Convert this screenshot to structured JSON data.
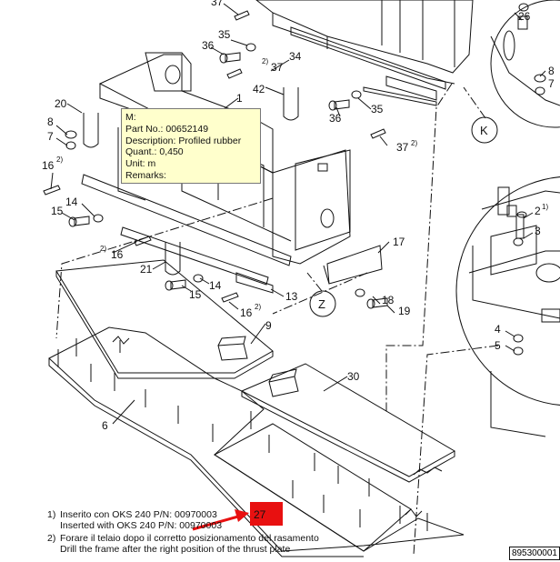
{
  "tooltip": {
    "title": "M:",
    "part_no": "Part No.: 00652149",
    "description": "Description: Profiled rubber",
    "quantity": "Quant.: 0,450",
    "unit": "Unit: m",
    "remarks": "Remarks:"
  },
  "hotspot_label": "27",
  "drawing_id": "895300001",
  "notes": {
    "n1_marker": "1)",
    "n1_it": "Inserito con OKS 240 P/N: 00970003",
    "n1_en": "Inserted with OKS 240 P/N: 00970003",
    "n2_marker": "2)",
    "n2_it": "Forare il telaio dopo il corretto posizionamento del rasamento",
    "n2_en": "Drill the frame after the right position of the thrust plate"
  },
  "detail_circles": {
    "k": "K",
    "z": "Z"
  },
  "callouts": {
    "c37a": "37",
    "c26": "26",
    "c7r": "7",
    "c8r": "8",
    "c36a": "36",
    "c35a": "35",
    "c34": "34",
    "c37b": "37",
    "c37b_sup": "2)",
    "c42": "42",
    "c1": "1",
    "c36b": "36",
    "c35b": "35",
    "c37c": "37",
    "c37c_sup": "2)",
    "c20": "20",
    "c8": "8",
    "c7": "7",
    "c16a": "16",
    "c16a_sup": "2)",
    "c14a": "14",
    "c15a": "15",
    "c16b": "16",
    "c16b_sup": "2)",
    "c21": "21",
    "c15b": "15",
    "c14b": "14",
    "c13": "13",
    "c16c": "16",
    "c16c_sup": "2)",
    "c17": "17",
    "c18": "18",
    "c19": "19",
    "c9": "9",
    "c6": "6",
    "c30": "30",
    "c2r": "2",
    "c2r_sup": "1)",
    "c3r": "3",
    "c4r": "4",
    "c5r": "5"
  },
  "colors": {
    "hotspot": "#e81010",
    "tooltip_bg": "#ffffcc",
    "arrow": "#e81010",
    "line": "#111111"
  }
}
